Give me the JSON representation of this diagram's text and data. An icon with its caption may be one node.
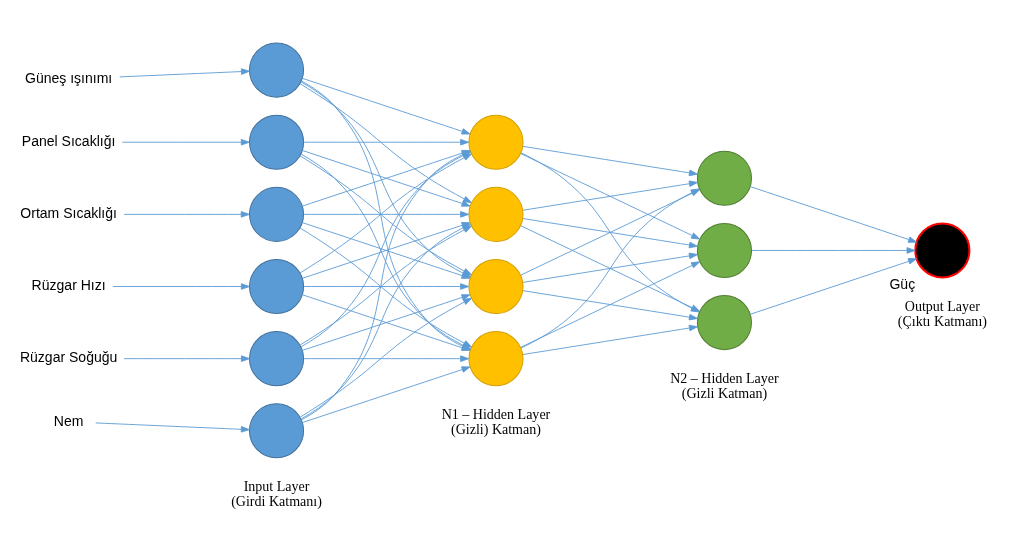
{
  "diagram": {
    "nodes": [
      {
        "text": [
          "Güneş ışınımı"
        ]
      },
      {
        "text": [
          "Panel Sıcaklığı"
        ]
      },
      {
        "text": [
          "Ortam Sıcaklığı"
        ]
      },
      {
        "text": [
          "Rüzgar Hızı"
        ]
      },
      {
        "text": [
          "Rüzgar Soğuğu"
        ]
      },
      {
        "text": [
          "Nem"
        ]
      },
      {
        "text": [],
        "shape": "circle"
      },
      {
        "text": [],
        "shape": "circle"
      },
      {
        "text": [],
        "shape": "circle"
      },
      {
        "text": [],
        "shape": "circle"
      },
      {
        "text": [],
        "shape": "circle"
      },
      {
        "text": [],
        "shape": "circle"
      },
      {
        "text": [],
        "shape": "circle"
      },
      {
        "text": [],
        "shape": "circle"
      },
      {
        "text": [],
        "shape": "circle"
      },
      {
        "text": [],
        "shape": "circle"
      },
      {
        "text": [],
        "shape": "circle"
      },
      {
        "text": [],
        "shape": "circle"
      },
      {
        "text": [],
        "shape": "circle"
      },
      {
        "text": [],
        "shape": "circle",
        "beside": [
          "Güç"
        ]
      }
    ],
    "edges": [
      {
        "from": 0,
        "to": 6,
        "arrow": "to"
      },
      {
        "from": 1,
        "to": 7,
        "arrow": "to"
      },
      {
        "from": 2,
        "to": 8,
        "arrow": "to"
      },
      {
        "from": 3,
        "to": 9,
        "arrow": "to"
      },
      {
        "from": 4,
        "to": 10,
        "arrow": "to"
      },
      {
        "from": 5,
        "to": 11,
        "arrow": "to"
      },
      {
        "from": 6,
        "to": 12,
        "arrow": "to"
      },
      {
        "from": 6,
        "to": 13,
        "arrow": "to"
      },
      {
        "from": 6,
        "to": 14,
        "arrow": "to"
      },
      {
        "from": 6,
        "to": 15,
        "arrow": "to"
      },
      {
        "from": 7,
        "to": 12,
        "arrow": "to"
      },
      {
        "from": 7,
        "to": 13,
        "arrow": "to"
      },
      {
        "from": 7,
        "to": 14,
        "arrow": "to"
      },
      {
        "from": 7,
        "to": 15,
        "arrow": "to"
      },
      {
        "from": 8,
        "to": 12,
        "arrow": "to"
      },
      {
        "from": 8,
        "to": 13,
        "arrow": "to"
      },
      {
        "from": 8,
        "to": 14,
        "arrow": "to"
      },
      {
        "from": 8,
        "to": 15,
        "arrow": "to"
      },
      {
        "from": 9,
        "to": 12,
        "arrow": "to"
      },
      {
        "from": 9,
        "to": 13,
        "arrow": "to"
      },
      {
        "from": 9,
        "to": 14,
        "arrow": "to"
      },
      {
        "from": 9,
        "to": 15,
        "arrow": "to"
      },
      {
        "from": 10,
        "to": 12,
        "arrow": "to"
      },
      {
        "from": 10,
        "to": 13,
        "arrow": "to"
      },
      {
        "from": 10,
        "to": 14,
        "arrow": "to"
      },
      {
        "from": 10,
        "to": 15,
        "arrow": "to"
      },
      {
        "from": 11,
        "to": 12,
        "arrow": "to"
      },
      {
        "from": 11,
        "to": 13,
        "arrow": "to"
      },
      {
        "from": 11,
        "to": 14,
        "arrow": "to"
      },
      {
        "from": 11,
        "to": 15,
        "arrow": "to"
      },
      {
        "from": 12,
        "to": 16,
        "arrow": "to"
      },
      {
        "from": 12,
        "to": 17,
        "arrow": "to"
      },
      {
        "from": 12,
        "to": 18,
        "arrow": "to"
      },
      {
        "from": 13,
        "to": 16,
        "arrow": "to"
      },
      {
        "from": 13,
        "to": 17,
        "arrow": "to"
      },
      {
        "from": 13,
        "to": 18,
        "arrow": "to"
      },
      {
        "from": 14,
        "to": 16,
        "arrow": "to"
      },
      {
        "from": 14,
        "to": 17,
        "arrow": "to"
      },
      {
        "from": 14,
        "to": 18,
        "arrow": "to"
      },
      {
        "from": 15,
        "to": 16,
        "arrow": "to"
      },
      {
        "from": 15,
        "to": 17,
        "arrow": "to"
      },
      {
        "from": 15,
        "to": 18,
        "arrow": "to"
      },
      {
        "from": 16,
        "to": 19,
        "arrow": "to"
      },
      {
        "from": 17,
        "to": 19,
        "arrow": "to"
      },
      {
        "from": 18,
        "to": 19,
        "arrow": "to"
      }
    ],
    "labels": [
      "N2 – Hidden Layer (Gizli Katman)",
      "Output Layer (Çıktı Katmanı)",
      "N1 – Hidden Layer (Gizli) Katman)",
      "Input Layer (Girdi Katmanı)"
    ]
  }
}
